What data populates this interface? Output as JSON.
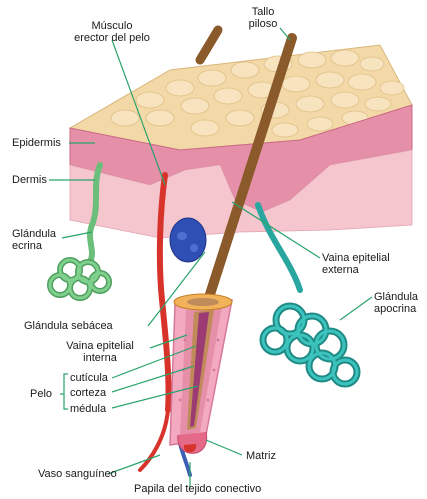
{
  "labels": {
    "musculo": [
      "Músculo",
      "erector del pelo"
    ],
    "tallo": [
      "Tallo",
      "piloso"
    ],
    "epidermis": "Epidermis",
    "dermis": "Dermis",
    "glandula_ecrina": [
      "Glándula",
      "ecrina"
    ],
    "vaina_externa": [
      "Vaina epitelial",
      "externa"
    ],
    "glandula_apocrina": [
      "Glándula",
      "apocrina"
    ],
    "glandula_sebacea": "Glándula sebácea",
    "vaina_interna": [
      "Vaina epitelial",
      "interna"
    ],
    "pelo": "Pelo",
    "cuticula": "cutícula",
    "corteza": "corteza",
    "medula": "médula",
    "matriz": "Matriz",
    "vaso": "Vaso sanguíneo",
    "papila": "Papila del tejido conectivo"
  },
  "colors": {
    "skin_top": "#f3d9a8",
    "epidermis": "#e58fa8",
    "dermis": "#f6c6cf",
    "hair": "#8a5a2b",
    "eccrine_gland": "#6bbf7a",
    "apocrine_gland": "#2aa6a0",
    "sebaceous_gland": "#2f4fb5",
    "blood_vessel": "#d8332b",
    "leader_line": "#2aa36b"
  }
}
